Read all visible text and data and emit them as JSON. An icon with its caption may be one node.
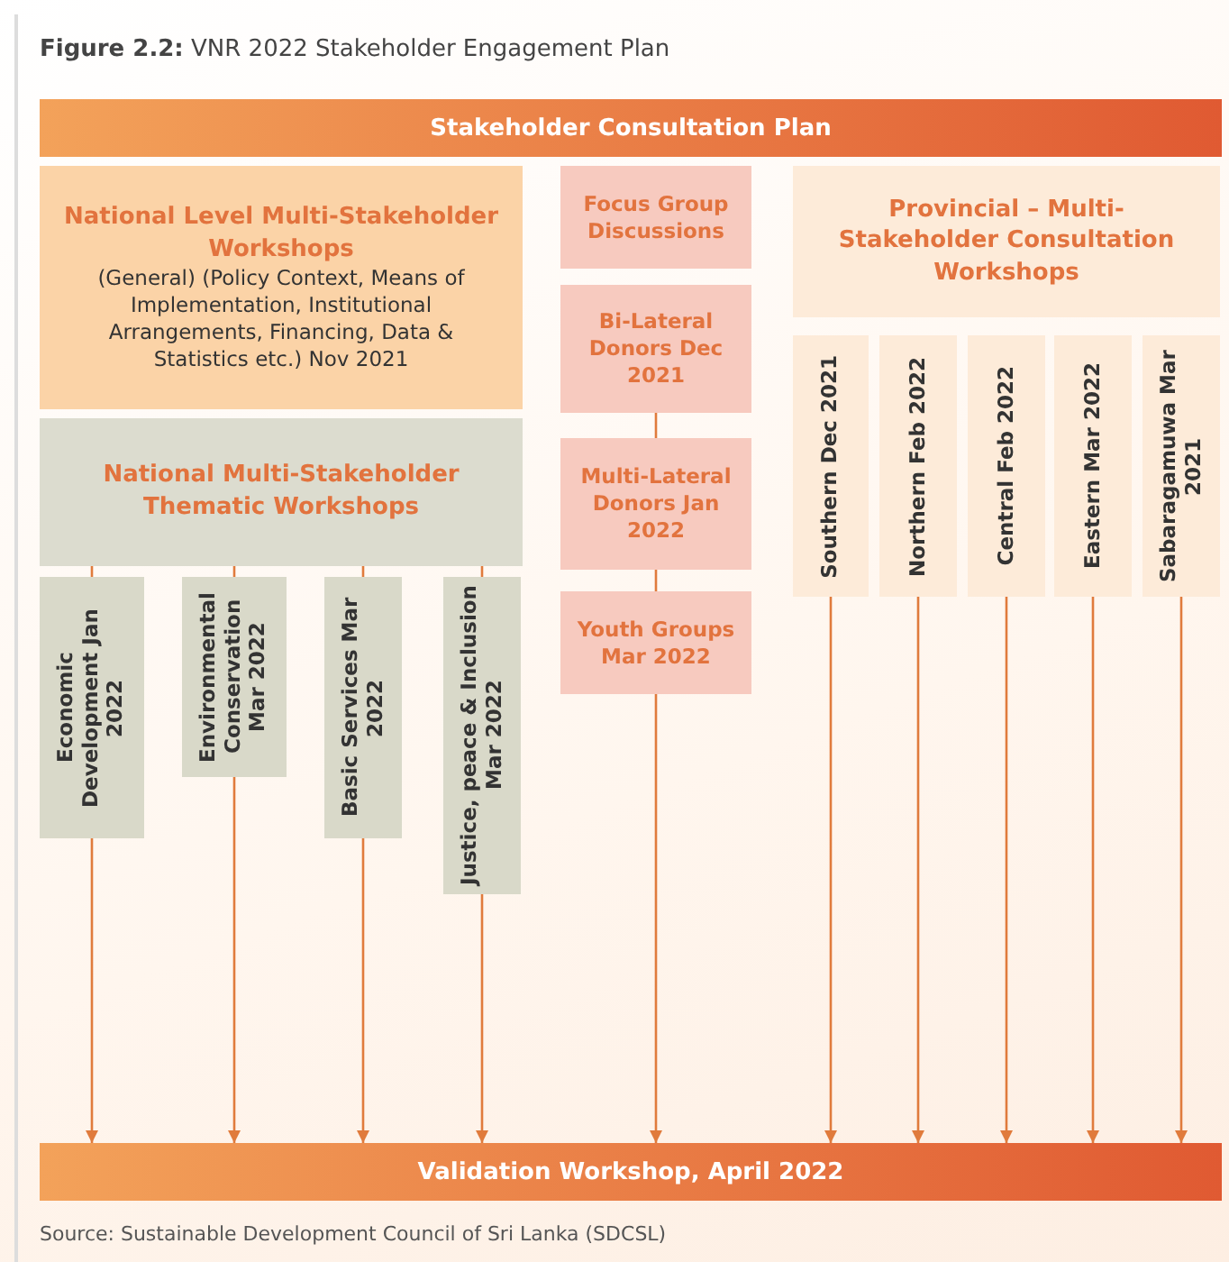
{
  "diagram": {
    "title": "**Figure 2.2:** VNR 2022 Stakeholder Engagement Plan",
    "caption": "Source: Sustainable Development Council of Sri Lanka (SDCSL)",
    "nodes": [
      {
        "text": [
          "Stakeholder Consultation Plan"
        ]
      },
      {
        "text": [
          "National Level Multi-Stakeholder Workshops",
          "(General) (Policy Context, Means of Implementation, Institutional Arrangements, Financing, Data & Statistics etc.) Nov 2021"
        ]
      },
      {
        "text": [
          "National Multi-Stakeholder Thematic Workshops"
        ]
      },
      {
        "text": [
          "Economic Development Jan 2022"
        ]
      },
      {
        "text": [
          "Environmental Conservation Mar 2022"
        ]
      },
      {
        "text": [
          "Basic Services Mar 2022"
        ]
      },
      {
        "text": [
          "Justice, peace & Inclusion Mar 2022"
        ]
      },
      {
        "text": [
          "Focus Group Discussions"
        ]
      },
      {
        "text": [
          "Bi-Lateral Donors Dec 2021"
        ]
      },
      {
        "text": [
          "Multi-Lateral Donors Jan 2022"
        ]
      },
      {
        "text": [
          "Youth Groups Mar 2022"
        ]
      },
      {
        "text": [
          "Provincial – Multi- Stakeholder Consultation Workshops"
        ]
      },
      {
        "text": [
          "Southern Dec 2021"
        ]
      },
      {
        "text": [
          "Northern Feb 2022"
        ]
      },
      {
        "text": [
          "Central Feb 2022"
        ]
      },
      {
        "text": [
          "Eastern Mar 2022"
        ]
      },
      {
        "text": [
          "Sabaragamuwa Mar 2021"
        ]
      },
      {
        "text": [
          "Validation Workshop, April 2022"
        ]
      }
    ],
    "edges": [
      {
        "from": 2,
        "to": 3,
        "arrow": "none"
      },
      {
        "from": 2,
        "to": 4,
        "arrow": "none"
      },
      {
        "from": 2,
        "to": 5,
        "arrow": "none"
      },
      {
        "from": 2,
        "to": 6,
        "arrow": "none"
      },
      {
        "from": 3,
        "to": 17,
        "arrow": "to"
      },
      {
        "from": 4,
        "to": 17,
        "arrow": "to"
      },
      {
        "from": 5,
        "to": 17,
        "arrow": "to"
      },
      {
        "from": 6,
        "to": 17,
        "arrow": "to"
      },
      {
        "from": 8,
        "to": 9,
        "arrow": "none"
      },
      {
        "from": 9,
        "to": 10,
        "arrow": "none"
      },
      {
        "from": 10,
        "to": 17,
        "arrow": "to"
      },
      {
        "from": 12,
        "to": 17,
        "arrow": "to"
      },
      {
        "from": 13,
        "to": 17,
        "arrow": "to"
      },
      {
        "from": 14,
        "to": 17,
        "arrow": "to"
      },
      {
        "from": 15,
        "to": 17,
        "arrow": "to"
      },
      {
        "from": 16,
        "to": 17,
        "arrow": "to"
      }
    ]
  }
}
